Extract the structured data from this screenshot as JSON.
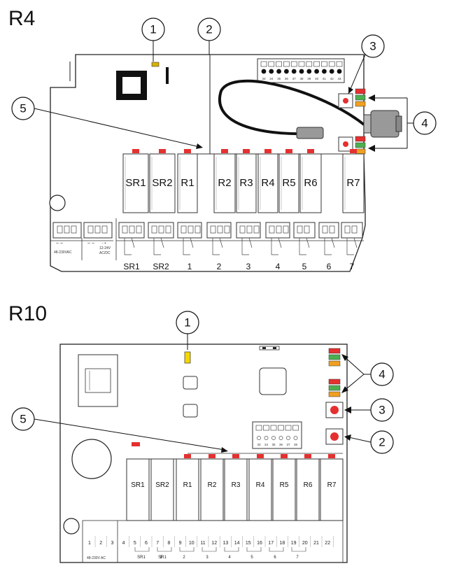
{
  "r4": {
    "title": "R4",
    "relay_labels": [
      "SR1",
      "SR2",
      "R1",
      "R2",
      "R3",
      "R4",
      "R5",
      "R6",
      "R7"
    ],
    "terminal_labels": [
      "SR1",
      "SR2",
      "1",
      "2",
      "3",
      "4",
      "5",
      "6",
      "7"
    ],
    "supply_ac_symbol": "~ ~",
    "supply_ac_label": "48-230VAC",
    "supply_dc_symbol": "~ ~",
    "supply_dc_label_1": "12-24V",
    "supply_dc_label_2": "AC/DC",
    "supply_dc_polarity": "- +",
    "pin_numbers": [
      "33",
      "34",
      "35",
      "36",
      "37",
      "38",
      "39",
      "40",
      "41",
      "42",
      "43"
    ],
    "callouts": [
      "1",
      "2",
      "3",
      "4",
      "5"
    ]
  },
  "r10": {
    "title": "R10",
    "relay_labels": [
      "SR1",
      "SR2",
      "R1",
      "R2",
      "R3",
      "R4",
      "R5",
      "R6",
      "R7"
    ],
    "terminal_numbers": [
      "1",
      "2",
      "3",
      "4",
      "5",
      "6",
      "7",
      "8",
      "9",
      "10",
      "11",
      "12",
      "13",
      "14",
      "15",
      "16",
      "17",
      "18",
      "19",
      "20",
      "21",
      "22"
    ],
    "supply_label": "48-230V AC",
    "group_labels": [
      "SR1",
      "SR1",
      "1",
      "2",
      "3",
      "4",
      "5",
      "6",
      "7"
    ],
    "pin_numbers": [
      "33",
      "34",
      "35",
      "36",
      "37",
      "38"
    ],
    "callouts": [
      "1",
      "4",
      "3",
      "2",
      "5"
    ]
  }
}
